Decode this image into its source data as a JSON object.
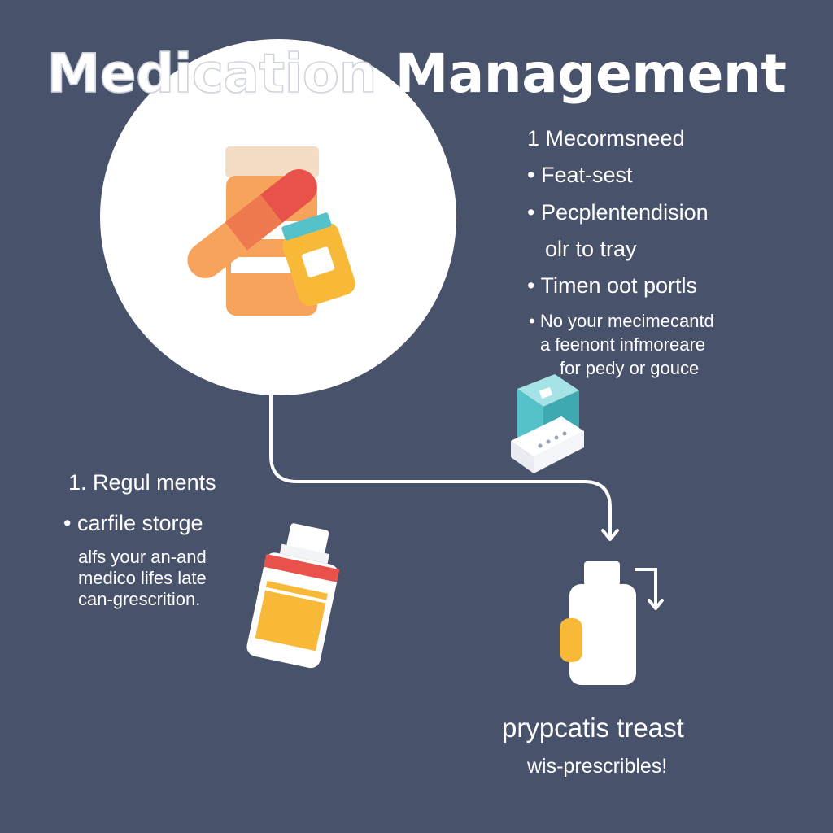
{
  "title": {
    "part_a": "Medication",
    "part_b": "Management"
  },
  "right_list": {
    "heading": "1 Mecormsneed",
    "bullets": [
      "• Feat-sest",
      "• Pecplentendision",
      "olr to tray",
      "• Timen oot portls",
      "• No your mecimecantd",
      "a feenont infmoreare",
      "for pedy or gouce"
    ]
  },
  "left_list": {
    "heading": "1. Regul ments",
    "bullet": "• carfile storge",
    "lines": [
      "alfs your an-and",
      "medico lifes late",
      "can-grescrition."
    ]
  },
  "bottom_caption": {
    "line1": "prypcatis treast",
    "line2": "wis-prescribles!"
  },
  "icons": {
    "hero": "pill-bottle-with-capsule-icon",
    "left": "medicine-bottle-icon",
    "right": "pill-box-icon",
    "bottom": "bottle-icon"
  },
  "colors": {
    "background": "#48526a",
    "circle": "#ffffff",
    "orange": "#f7a35c",
    "red": "#e8524a",
    "yellow": "#f9b938",
    "teal": "#54c2c8"
  }
}
